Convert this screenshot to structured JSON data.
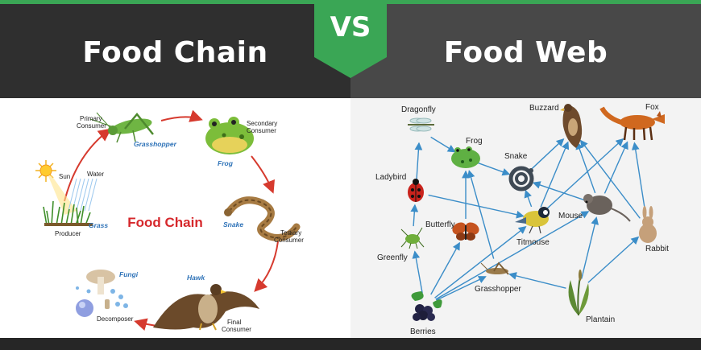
{
  "header": {
    "left_title": "Food Chain",
    "vs_label": "VS",
    "right_title": "Food Web"
  },
  "colors": {
    "accent_green": "#3aa655",
    "arrow_red": "#d63a2e",
    "arrow_blue": "#3b8dc8",
    "center_title_red": "#d6282c",
    "species_label_blue": "#2f73b8"
  },
  "food_chain": {
    "center_title": "Food Chain",
    "stages": [
      {
        "role": "Producer",
        "name": "Grass",
        "icon": "grass-icon"
      },
      {
        "role": "Primary\nConsumer",
        "name": "Grasshopper",
        "icon": "grasshopper-icon"
      },
      {
        "role": "Secondary\nConsumer",
        "name": "Frog",
        "icon": "frog-icon"
      },
      {
        "role": "Tertiary\nConsumer",
        "name": "Snake",
        "icon": "snake-icon"
      },
      {
        "role": "Final\nConsumer",
        "name": "Hawk",
        "icon": "hawk-icon"
      },
      {
        "role": "Decomposer",
        "name": "Fungi",
        "icon": "fungi-icon"
      }
    ],
    "extras": {
      "sun": "Sun",
      "water": "Water"
    }
  },
  "food_web": {
    "organisms": [
      {
        "id": "dragonfly",
        "label": "Dragonfly",
        "icon": "dragonfly-icon"
      },
      {
        "id": "frog",
        "label": "Frog",
        "icon": "frog-icon"
      },
      {
        "id": "snake",
        "label": "Snake",
        "icon": "snake-icon"
      },
      {
        "id": "buzzard",
        "label": "Buzzard",
        "icon": "buzzard-icon"
      },
      {
        "id": "fox",
        "label": "Fox",
        "icon": "fox-icon"
      },
      {
        "id": "ladybird",
        "label": "Ladybird",
        "icon": "ladybird-icon"
      },
      {
        "id": "butterfly",
        "label": "Butterfly",
        "icon": "butterfly-icon"
      },
      {
        "id": "titmouse",
        "label": "Titmouse",
        "icon": "titmouse-icon"
      },
      {
        "id": "mouse",
        "label": "Mouse",
        "icon": "mouse-icon"
      },
      {
        "id": "rabbit",
        "label": "Rabbit",
        "icon": "rabbit-icon"
      },
      {
        "id": "greenfly",
        "label": "Greenfly",
        "icon": "greenfly-icon"
      },
      {
        "id": "grasshopper",
        "label": "Grasshopper",
        "icon": "grasshopper-icon"
      },
      {
        "id": "berries",
        "label": "Berries",
        "icon": "berries-icon"
      },
      {
        "id": "plantain",
        "label": "Plantain",
        "icon": "plantain-icon"
      }
    ],
    "links": [
      [
        "berries",
        "greenfly"
      ],
      [
        "berries",
        "butterfly"
      ],
      [
        "berries",
        "grasshopper"
      ],
      [
        "berries",
        "titmouse"
      ],
      [
        "berries",
        "mouse"
      ],
      [
        "greenfly",
        "ladybird"
      ],
      [
        "ladybird",
        "dragonfly"
      ],
      [
        "ladybird",
        "titmouse"
      ],
      [
        "dragonfly",
        "frog"
      ],
      [
        "butterfly",
        "frog"
      ],
      [
        "grasshopper",
        "frog"
      ],
      [
        "frog",
        "snake"
      ],
      [
        "snake",
        "buzzard"
      ],
      [
        "titmouse",
        "buzzard"
      ],
      [
        "titmouse",
        "fox"
      ],
      [
        "titmouse",
        "snake"
      ],
      [
        "mouse",
        "buzzard"
      ],
      [
        "mouse",
        "fox"
      ],
      [
        "mouse",
        "snake"
      ],
      [
        "rabbit",
        "fox"
      ],
      [
        "rabbit",
        "buzzard"
      ],
      [
        "plantain",
        "grasshopper"
      ],
      [
        "plantain",
        "mouse"
      ],
      [
        "plantain",
        "rabbit"
      ]
    ]
  }
}
